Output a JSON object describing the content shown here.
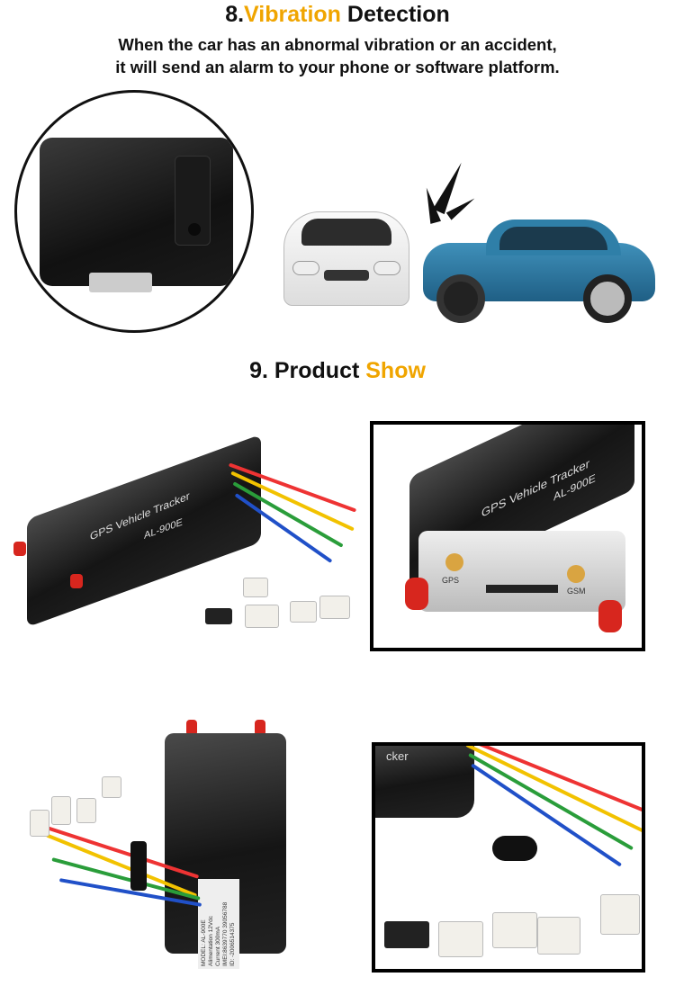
{
  "section8": {
    "number": "8.",
    "highlight": "Vibration",
    "rest": " Detection",
    "description_line1": "When the car has an abnormal vibration or an accident,",
    "description_line2": "it will send an alarm to your phone or software platform."
  },
  "section9": {
    "number": "9. Product ",
    "highlight": "Show"
  },
  "product": {
    "brand_text": "GPS Vehicle Tracker",
    "model_text": "AL-900E",
    "port_gps": "GPS",
    "port_gsm": "GSM",
    "label_lines": [
      "MODEL: AL-900E",
      "Alimentation 12Vdc",
      "Current 300mA",
      "IMEI:8639770 39056788",
      "ID: -2006514375"
    ],
    "partial_brand_text": "cker"
  },
  "colors": {
    "accent": "#f0a500",
    "car_blue": "#2f7fa8",
    "antenna_red": "#d7261e"
  }
}
